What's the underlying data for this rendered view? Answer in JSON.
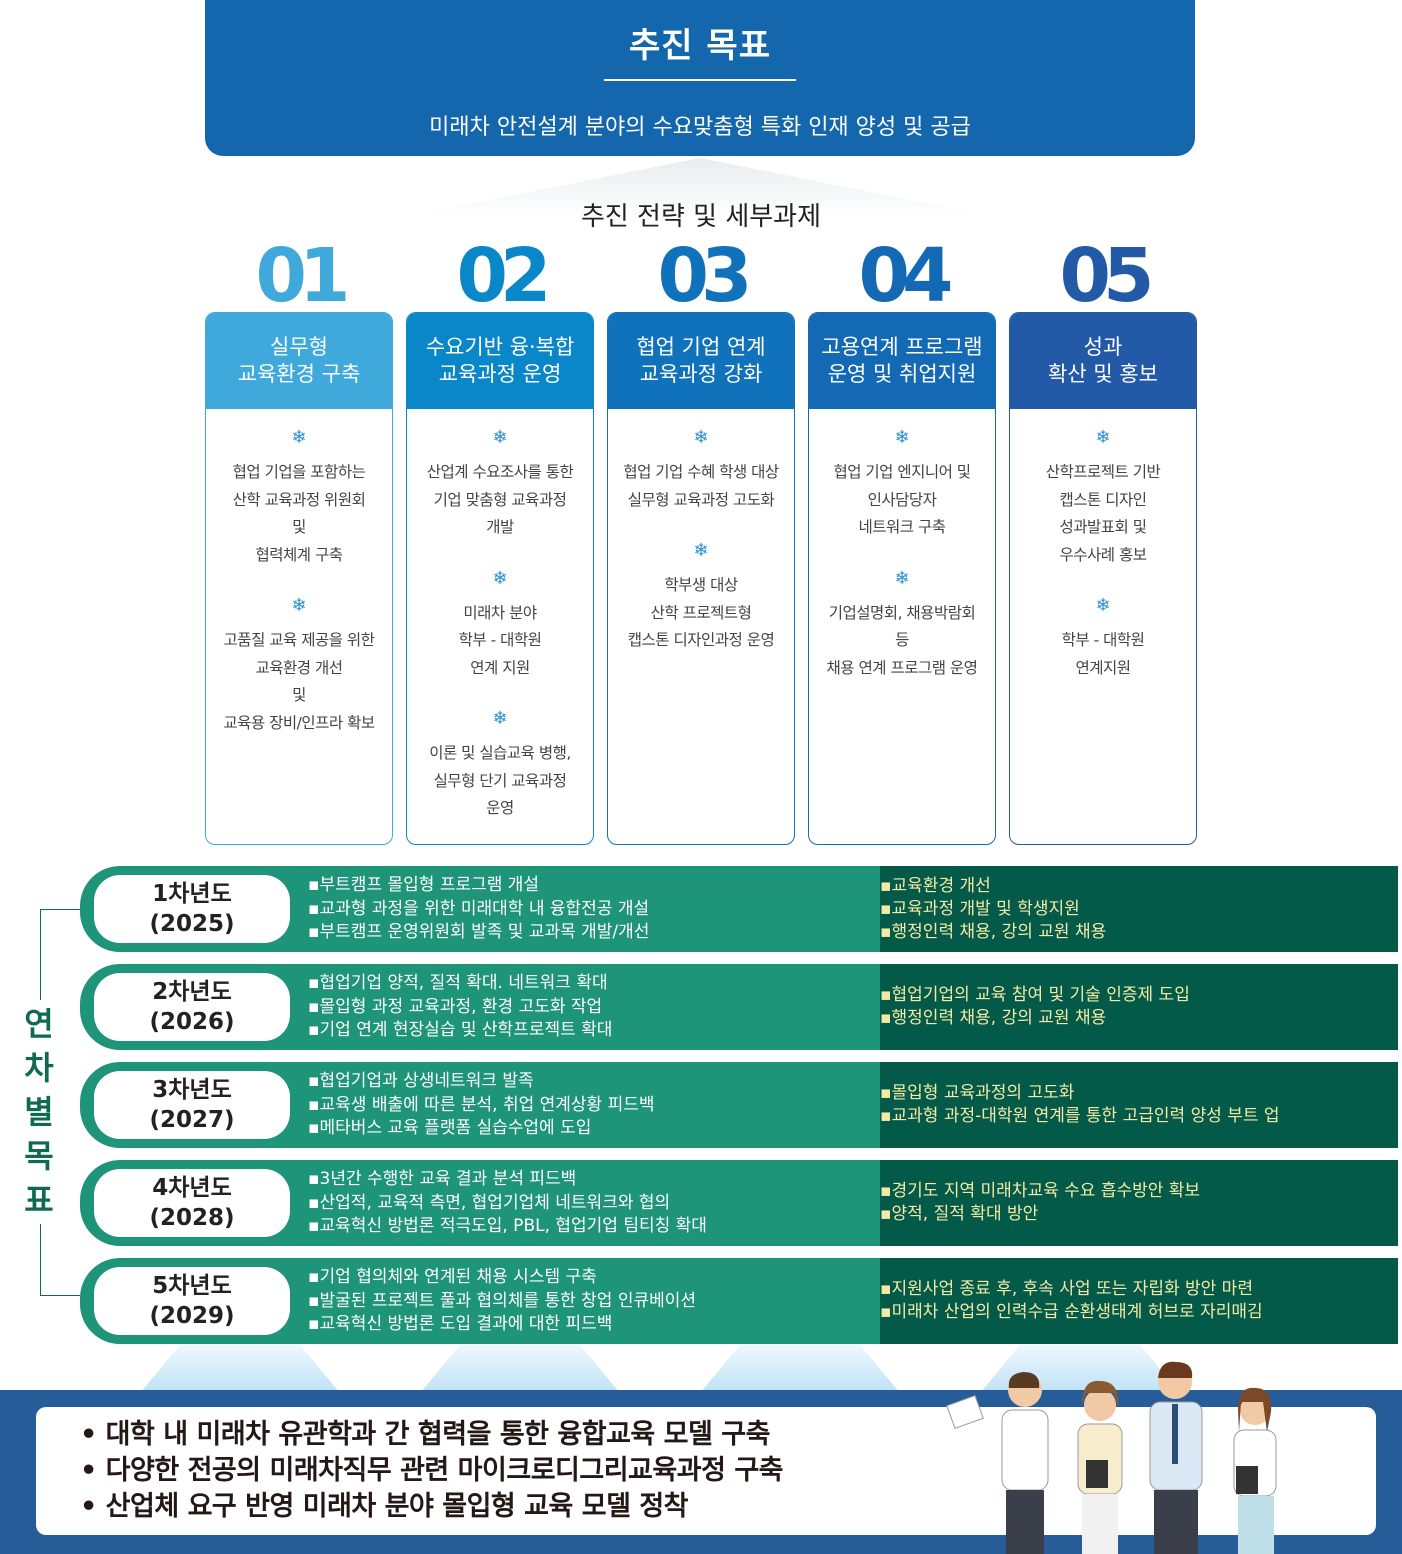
{
  "goal": {
    "title": "추진 목표",
    "text": "미래차 안전설계 분야의 수요맞춤형 특화 인재 양성 및 공급"
  },
  "strategy_title": "추진 전략 및 세부과제",
  "colors": {
    "c1": "#3fa9dc",
    "c2": "#0a87c9",
    "c3": "#0f72ba",
    "c4": "#1469b5",
    "c5": "#235aa8",
    "green": "#1e9478",
    "dark_green": "#035a49",
    "band": "#265d98"
  },
  "columns": [
    {
      "num": "01",
      "title": "실무형\n교육환경 구축",
      "items": [
        "협업 기업을 포함하는\n산학 교육과정 위원회\n및\n협력체계 구축",
        "고품질 교육 제공을 위한\n교육환경 개선\n및\n교육용 장비/인프라 확보"
      ]
    },
    {
      "num": "02",
      "title": "수요기반 융·복합\n교육과정 운영",
      "items": [
        "산업계 수요조사를 통한\n기업 맞춤형 교육과정\n개발",
        "미래차 분야\n학부 - 대학원\n연계 지원",
        "이론 및 실습교육 병행,\n실무형 단기 교육과정\n운영"
      ]
    },
    {
      "num": "03",
      "title": "협업 기업 연계\n교육과정 강화",
      "items": [
        "협업 기업 수혜 학생 대상\n실무형 교육과정 고도화",
        "학부생 대상\n산학 프로젝트형\n캡스톤 디자인과정 운영"
      ]
    },
    {
      "num": "04",
      "title": "고용연계 프로그램\n운영 및 취업지원",
      "items": [
        "협업 기업 엔지니어 및\n인사담당자\n네트워크 구축",
        "기업설명회, 채용박람회\n등\n채용 연계 프로그램 운영"
      ]
    },
    {
      "num": "05",
      "title": "성과\n확산 및 홍보",
      "items": [
        "산학프로젝트 기반\n캡스톤 디자인\n성과발표회 및\n우수사례 홍보",
        "학부 - 대학원\n연계지원"
      ]
    }
  ],
  "side_label": [
    "연",
    "차",
    "별",
    "목",
    "표"
  ],
  "years": [
    {
      "label": "1차년도\n(2025)",
      "tasks": [
        "부트캠프 몰입형 프로그램 개설",
        "교과형 과정을 위한 미래대학 내 융합전공 개설",
        "부트캠프 운영위원회 발족 및  교과목 개발/개선"
      ],
      "goals": [
        "교육환경 개선",
        "교육과정 개발 및 학생지원",
        "행정인력 채용, 강의 교원 채용"
      ]
    },
    {
      "label": "2차년도\n(2026)",
      "tasks": [
        "협업기업 양적, 질적 확대. 네트워크 확대",
        "몰입형 과정 교육과정, 환경 고도화 작업",
        "기업 연계 현장실습 및 산학프로젝트 확대"
      ],
      "goals": [
        "협업기업의 교육 참여 및 기술 인증제 도입",
        "행정인력 채용, 강의 교원 채용"
      ]
    },
    {
      "label": "3차년도\n(2027)",
      "tasks": [
        "협업기업과 상생네트워크 발족",
        "교육생 배출에 따른 분석, 취업 연계상황 피드백",
        "메타버스 교육 플랫폼 실습수업에 도입"
      ],
      "goals": [
        "몰입형 교육과정의 고도화",
        "교과형 과정-대학원 연계를 통한 고급인력 양성 부트 업"
      ]
    },
    {
      "label": "4차년도\n(2028)",
      "tasks": [
        "3년간 수행한 교육 결과 분석 피드백",
        "산업적, 교육적 측면, 협업기업체 네트워크와 협의",
        "교육혁신 방법론 적극도입, PBL, 협업기업 팀티칭 확대"
      ],
      "goals": [
        "경기도 지역 미래차교육 수요 흡수방안 확보",
        "양적, 질적 확대 방안"
      ]
    },
    {
      "label": "5차년도\n(2029)",
      "tasks": [
        "기업 협의체와 연계된 채용 시스템 구축",
        "발굴된 프로젝트 풀과 협의체를 통한 창업 인큐베이션",
        "교육혁신 방법론 도입 결과에 대한 피드백"
      ],
      "goals": [
        "지원사업 종료 후, 후속 사업 또는 자립화 방안 마련",
        "미래차 산업의 인력수급 순환생태계 허브로 자리매김"
      ]
    }
  ],
  "outcomes": [
    "• 대학 내 미래차 유관학과 간 협력을 통한 융합교육 모델 구축",
    "• 다양한 전공의 미래차직무 관련 마이크로디그리교육과정 구축",
    "• 산업체 요구 반영 미래차 분야 몰입형 교육 모델 정착"
  ]
}
